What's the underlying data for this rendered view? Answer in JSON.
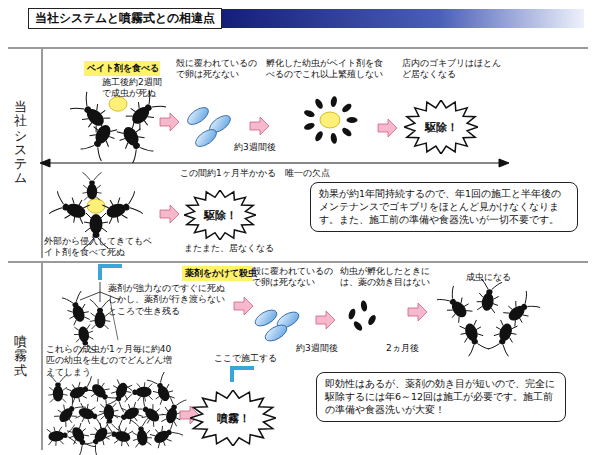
{
  "diagram": {
    "title": "当社システムと噴霧式との相違点",
    "nodes": [
      {
        "text": [
          "ベイト剤を食べる"
        ]
      },
      {
        "text": [
          "駆除！"
        ]
      },
      {
        "text": [
          "駆除！"
        ]
      },
      {
        "text": [
          "効果が約1年間持続するので、年1回の施工と半年後のメンテナンスでゴキブリをほとんど見かけなくなります。また、施工前の準備や食器洗いが一切不要です。"
        ]
      },
      {
        "text": [
          "薬剤をかけて殺虫"
        ]
      },
      {
        "text": [
          "噴霧！"
        ]
      },
      {
        "text": [
          "即効性はあるが、薬剤の効き目が短いので、完全に駆除するには年6～12回は施工が必要です。施工前の準備や食器洗いが大変！"
        ]
      }
    ],
    "labels": [
      "当社システム",
      "施工後約2週間で成虫が死ぬ",
      "殻に覆われているので卵は死なない",
      "孵化した幼虫がベイト剤を食べるのでこれ以上繁殖しない",
      "店内のゴキブリはほとんど居なくなる",
      "約3週間後",
      "この間約1ヶ月半かかる　唯一の欠点",
      "外部から侵入してきてもベイト剤を食べて死ぬ",
      "またまた、居なくなる",
      "噴霧式",
      "薬剤が強力なのですぐに死ぬ　しかし、薬剤が行き渡らないところで生き残る",
      "殻に覆われているので卵は死なない",
      "幼虫が孵化したときには、薬の効き目はない",
      "約3週間後",
      "2ヵ月後",
      "成虫になる",
      "これらの成虫が1ヶ月毎に約40匹の幼虫を生むのでどんどん増えてしまう",
      "ここで施工する"
    ]
  }
}
